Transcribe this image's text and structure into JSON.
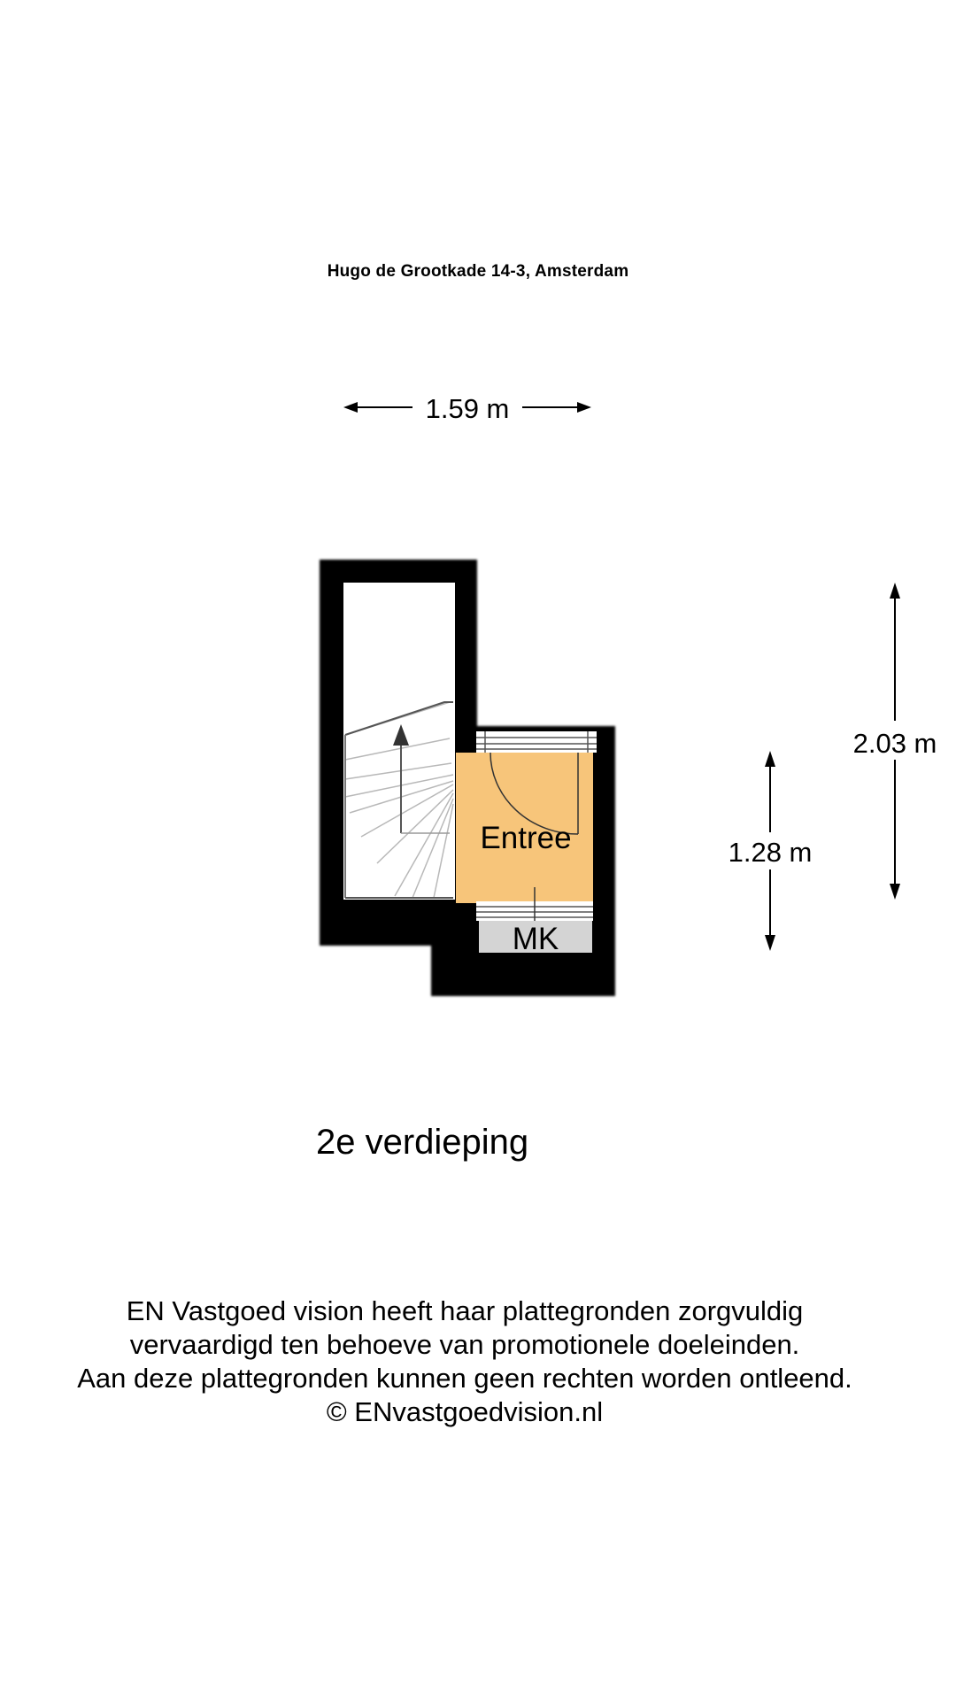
{
  "header": {
    "address": "Hugo de Grootkade 14-3, Amsterdam"
  },
  "dimensions": {
    "width": "1.59 m",
    "height_total": "2.03 m",
    "height_room": "1.28 m"
  },
  "rooms": {
    "entrance": "Entree",
    "meter_cupboard": "MK"
  },
  "floor": {
    "label": "2e verdieping"
  },
  "disclaimer": {
    "line1": "EN Vastgoed vision heeft haar plattegronden zorgvuldig",
    "line2": "vervaardigd ten behoeve van promotionele doeleinden.",
    "line3": "Aan deze plattegronden kunnen geen rechten worden ontleend.",
    "line4": "© ENvastgoedvision.nl"
  },
  "colors": {
    "wall": "#000000",
    "entrance_fill": "#f7c57a",
    "meter_cupboard_fill": "#d4d4d4",
    "background": "#ffffff"
  }
}
